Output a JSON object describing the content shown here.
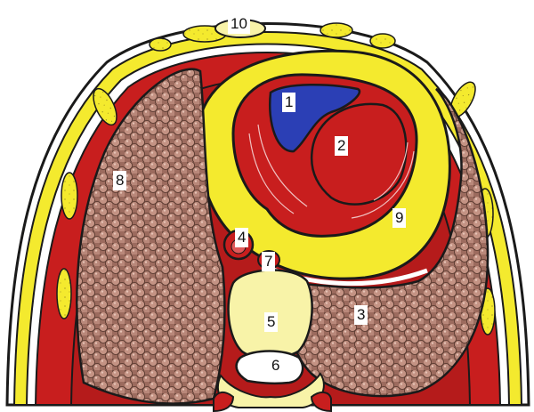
{
  "labels": {
    "l1": "1",
    "l2": "2",
    "l3": "3",
    "l4": "4",
    "l5": "5",
    "l6": "6",
    "l7": "7",
    "l8": "8",
    "l9": "9",
    "l10": "10"
  },
  "colors": {
    "fat": "#f4ea2e",
    "muscle": "#c81e1e",
    "muscle_dark": "#a81717",
    "lung": "#b8877a",
    "ventricle_blue": "#2b3fb5",
    "outline": "#1a1a1a",
    "bone": "#f8f3a8"
  }
}
